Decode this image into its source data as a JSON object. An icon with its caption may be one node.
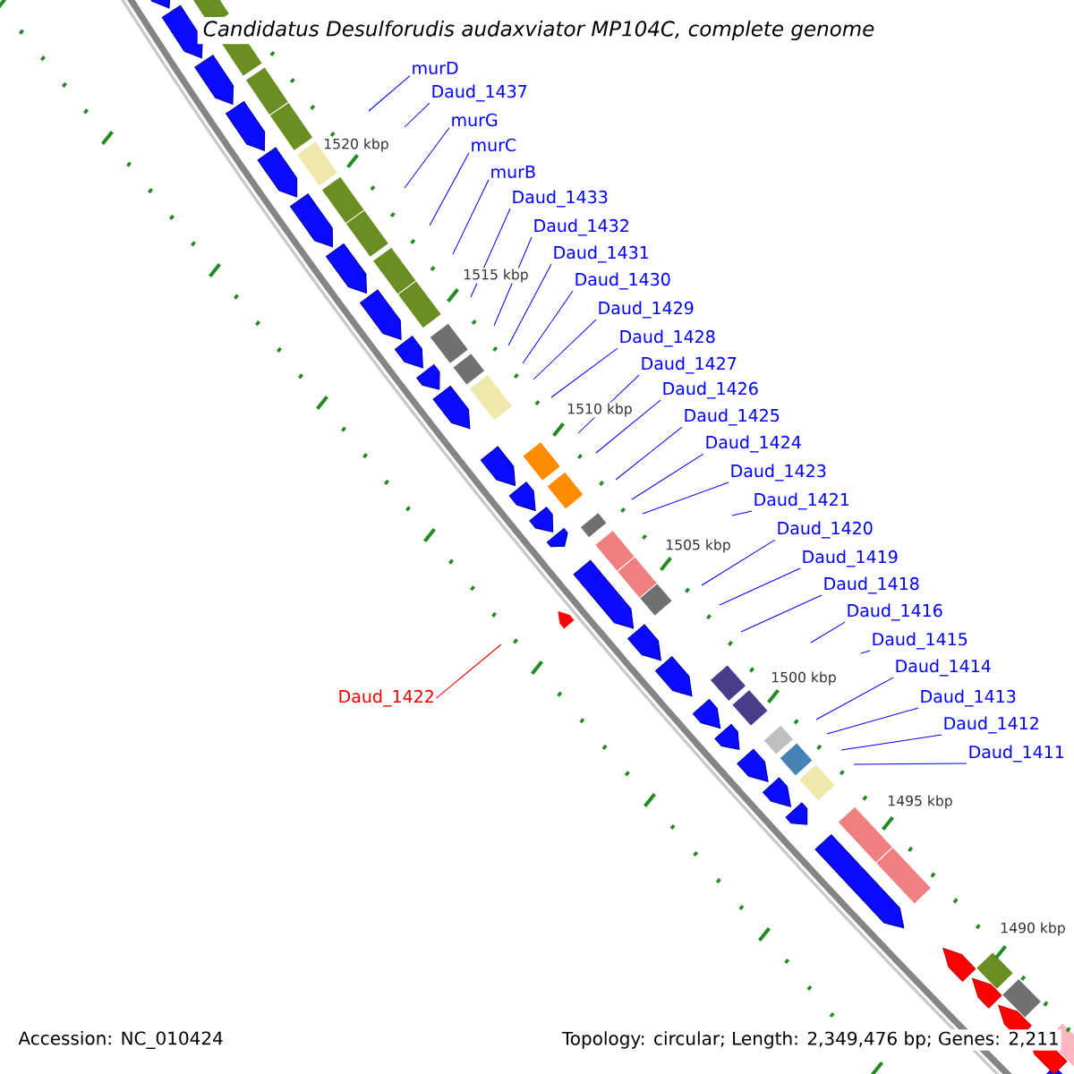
{
  "diagram": {
    "title": "Candidatus Desulforudis audaxviator MP104C, complete genome",
    "nodes": [
      {
        "text": [
          "murD"
        ]
      },
      {
        "text": [
          "Daud_1437"
        ]
      },
      {
        "text": [
          "murG"
        ]
      },
      {
        "text": [
          "murC"
        ]
      },
      {
        "text": [
          "murB"
        ]
      },
      {
        "text": [
          "Daud_1433"
        ]
      },
      {
        "text": [
          "Daud_1432"
        ]
      },
      {
        "text": [
          "Daud_1431"
        ]
      },
      {
        "text": [
          "Daud_1430"
        ]
      },
      {
        "text": [
          "Daud_1429"
        ]
      },
      {
        "text": [
          "Daud_1428"
        ]
      },
      {
        "text": [
          "Daud_1427"
        ]
      },
      {
        "text": [
          "Daud_1426"
        ]
      },
      {
        "text": [
          "Daud_1425"
        ]
      },
      {
        "text": [
          "Daud_1424"
        ]
      },
      {
        "text": [
          "Daud_1423"
        ]
      },
      {
        "text": [
          "Daud_1421"
        ]
      },
      {
        "text": [
          "Daud_1420"
        ]
      },
      {
        "text": [
          "Daud_1419"
        ]
      },
      {
        "text": [
          "Daud_1418"
        ]
      },
      {
        "text": [
          "Daud_1416"
        ]
      },
      {
        "text": [
          "Daud_1415"
        ]
      },
      {
        "text": [
          "Daud_1414"
        ]
      },
      {
        "text": [
          "Daud_1413"
        ]
      },
      {
        "text": [
          "Daud_1412"
        ]
      },
      {
        "text": [
          "Daud_1411"
        ]
      },
      {
        "text": [
          "Daud_1422"
        ]
      }
    ],
    "edges": [
      {
        "from": 0,
        "to": null,
        "arrow": "none"
      },
      {
        "from": 1,
        "to": null,
        "arrow": "none"
      },
      {
        "from": 2,
        "to": null,
        "arrow": "none"
      },
      {
        "from": 3,
        "to": null,
        "arrow": "none"
      },
      {
        "from": 4,
        "to": null,
        "arrow": "none"
      },
      {
        "from": 5,
        "to": null,
        "arrow": "none"
      },
      {
        "from": 6,
        "to": null,
        "arrow": "none"
      },
      {
        "from": 7,
        "to": null,
        "arrow": "none"
      },
      {
        "from": 8,
        "to": null,
        "arrow": "none"
      },
      {
        "from": 9,
        "to": null,
        "arrow": "none"
      },
      {
        "from": 10,
        "to": null,
        "arrow": "none"
      },
      {
        "from": 11,
        "to": null,
        "arrow": "none"
      },
      {
        "from": 12,
        "to": null,
        "arrow": "none"
      },
      {
        "from": 13,
        "to": null,
        "arrow": "none"
      },
      {
        "from": 14,
        "to": null,
        "arrow": "none"
      },
      {
        "from": 15,
        "to": null,
        "arrow": "none"
      },
      {
        "from": 16,
        "to": null,
        "arrow": "none"
      },
      {
        "from": 17,
        "to": null,
        "arrow": "none"
      },
      {
        "from": 18,
        "to": null,
        "arrow": "none"
      },
      {
        "from": 19,
        "to": null,
        "arrow": "none"
      },
      {
        "from": 20,
        "to": null,
        "arrow": "none"
      },
      {
        "from": 21,
        "to": null,
        "arrow": "none"
      },
      {
        "from": 22,
        "to": null,
        "arrow": "none"
      },
      {
        "from": 23,
        "to": null,
        "arrow": "none"
      },
      {
        "from": 24,
        "to": null,
        "arrow": "none"
      },
      {
        "from": 25,
        "to": null,
        "arrow": "none"
      },
      {
        "from": 26,
        "to": null,
        "arrow": "none",
        "color": "#ee0000"
      }
    ],
    "labels": [
      "1520 kbp",
      "1515 kbp",
      "1510 kbp",
      "1505 kbp",
      "1500 kbp",
      "1495 kbp",
      "1490 kbp",
      "Accession: NC_010424",
      "Topology: circular; Length: 2,349,476 bp; Genes: 2,211"
    ]
  }
}
